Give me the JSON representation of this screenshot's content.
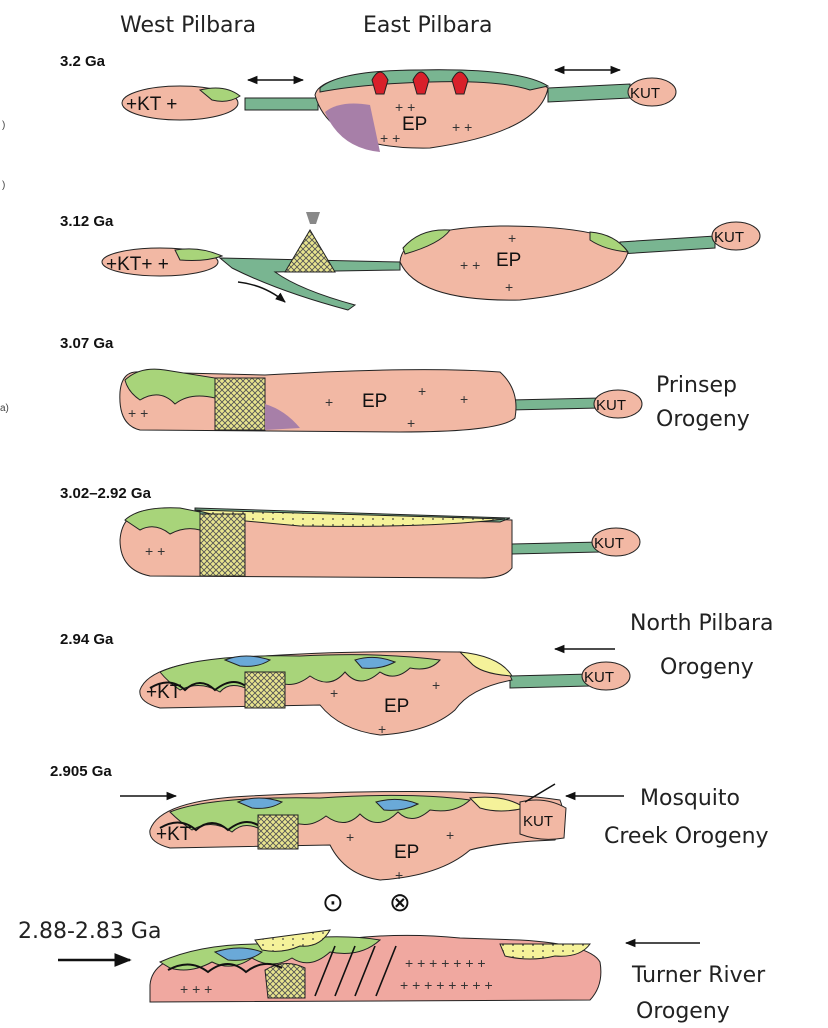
{
  "headers": {
    "west": "West Pilbara",
    "east": "East Pilbara"
  },
  "stages": [
    {
      "age": "3.2 Ga"
    },
    {
      "age": "3.12 Ga"
    },
    {
      "age": "3.07 Ga",
      "orogeny": [
        "Prinsep",
        "Orogeny"
      ]
    },
    {
      "age": "3.02–2.92 Ga"
    },
    {
      "age": "2.94 Ga",
      "orogeny": [
        "North Pilbara",
        "Orogeny"
      ]
    },
    {
      "age": "2.905 Ga",
      "orogeny": [
        "Mosquito",
        "Creek Orogeny"
      ]
    },
    {
      "age": "2.88-2.83 Ga",
      "orogeny": [
        "Turner River",
        "Orogeny"
      ]
    }
  ],
  "blocks": {
    "kt": "KT",
    "ep": "EP",
    "kut": "KUT"
  },
  "margin_marks": [
    ")",
    ")",
    "a)"
  ],
  "symbols": {
    "out_of_page": "⊙",
    "into_page": "⊗"
  },
  "colors": {
    "craton": "#f2b8a4",
    "craton_dark": "#f0a8a0",
    "greenstone": "#a8d47a",
    "ocean": "#79b591",
    "basin": "#f5f29a",
    "suture": "#e6e08a",
    "blue": "#6aa9d8",
    "purple": "#a77fa8",
    "red": "#d8202a"
  }
}
